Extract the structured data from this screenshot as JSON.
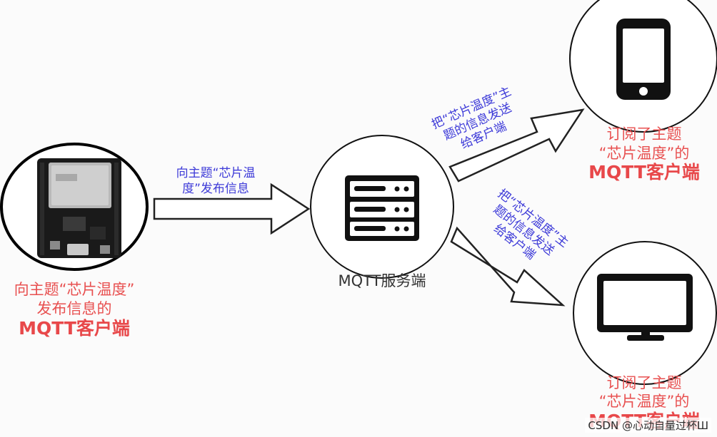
{
  "publisher": {
    "line1": "向主题“芯片温度”",
    "line2": "发布信息的",
    "line3": "MQTT客户端"
  },
  "publish_arrow_label": {
    "line1": "向主题“芯片温",
    "line2": "度”发布信息"
  },
  "server": {
    "label": "MQTT服务端"
  },
  "forward_top_label": {
    "line1": "把“芯片温度”主",
    "line2": "题的信息发送",
    "line3": "给客户端"
  },
  "forward_bottom_label": {
    "line1": "把“芯片温度”主",
    "line2": "题的信息发送",
    "line3": "给客户端"
  },
  "subscriber_phone": {
    "line1": "订阅了主题",
    "line2": "“芯片温度”的",
    "line3": "MQTT客户端"
  },
  "subscriber_monitor": {
    "line1": "订阅了主题",
    "line2": "“芯片温度”的",
    "line3": "MQTT客户端"
  },
  "watermark": "CSDN @心动自量过杯Ш",
  "icons": [
    "esp32-board-icon",
    "server-icon",
    "smartphone-icon",
    "monitor-icon"
  ],
  "colors": {
    "client_label": "#e8484a",
    "message_label": "#3d3ad8",
    "outline": "#111111"
  }
}
